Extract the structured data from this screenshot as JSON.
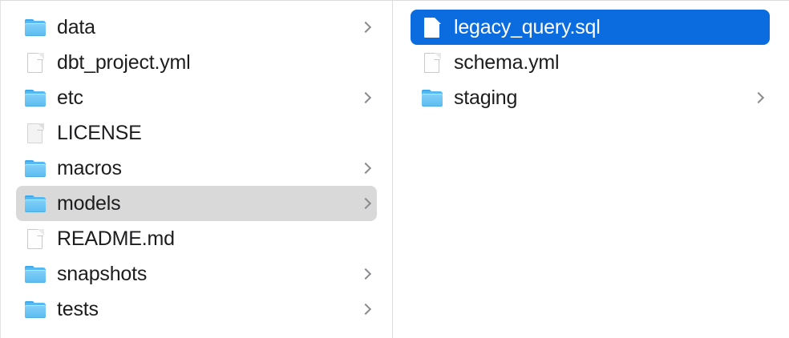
{
  "window": {
    "view_mode": "column-view",
    "background_color": "#ffffff",
    "divider_color": "#dcdcdc",
    "active_selection_color": "#0b6ce0",
    "inactive_selection_color": "#d9d9d9",
    "folder_icon_color": "#6ec6f5",
    "text_color": "#1d1d1f"
  },
  "columns": [
    {
      "name": "parent-column",
      "items": [
        {
          "label": "data",
          "kind": "folder",
          "icon": "folder-icon",
          "has_chevron": true,
          "selected": false,
          "selection_state": "none"
        },
        {
          "label": "dbt_project.yml",
          "kind": "file",
          "icon": "file-document-icon",
          "has_chevron": false,
          "selected": false,
          "selection_state": "none"
        },
        {
          "label": "etc",
          "kind": "folder",
          "icon": "folder-icon",
          "has_chevron": true,
          "selected": false,
          "selection_state": "none"
        },
        {
          "label": "LICENSE",
          "kind": "file",
          "icon": "file-blank-icon",
          "has_chevron": false,
          "selected": false,
          "selection_state": "none"
        },
        {
          "label": "macros",
          "kind": "folder",
          "icon": "folder-icon",
          "has_chevron": true,
          "selected": false,
          "selection_state": "none"
        },
        {
          "label": "models",
          "kind": "folder",
          "icon": "folder-icon",
          "has_chevron": true,
          "selected": true,
          "selection_state": "inactive"
        },
        {
          "label": "README.md",
          "kind": "file",
          "icon": "file-document-icon",
          "has_chevron": false,
          "selected": false,
          "selection_state": "none"
        },
        {
          "label": "snapshots",
          "kind": "folder",
          "icon": "folder-icon",
          "has_chevron": true,
          "selected": false,
          "selection_state": "none"
        },
        {
          "label": "tests",
          "kind": "folder",
          "icon": "folder-icon",
          "has_chevron": true,
          "selected": false,
          "selection_state": "none"
        }
      ]
    },
    {
      "name": "child-column",
      "items": [
        {
          "label": "legacy_query.sql",
          "kind": "file",
          "icon": "file-document-icon",
          "has_chevron": false,
          "selected": true,
          "selection_state": "active"
        },
        {
          "label": "schema.yml",
          "kind": "file",
          "icon": "file-document-icon",
          "has_chevron": false,
          "selected": false,
          "selection_state": "none"
        },
        {
          "label": "staging",
          "kind": "folder",
          "icon": "folder-icon",
          "has_chevron": true,
          "selected": false,
          "selection_state": "none"
        }
      ]
    }
  ]
}
